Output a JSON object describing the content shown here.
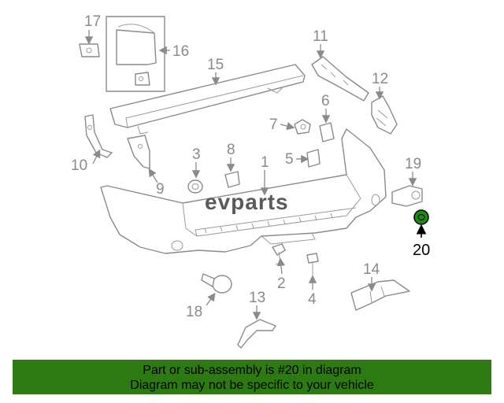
{
  "diagram": {
    "watermark": "evparts",
    "highlight_color": "#1e8a10",
    "banner_color": "#2e7a12",
    "callouts": [
      {
        "id": "17",
        "label": "17"
      },
      {
        "id": "16",
        "label": "16"
      },
      {
        "id": "15",
        "label": "15"
      },
      {
        "id": "11",
        "label": "11"
      },
      {
        "id": "12",
        "label": "12"
      },
      {
        "id": "6",
        "label": "6"
      },
      {
        "id": "7",
        "label": "7"
      },
      {
        "id": "5",
        "label": "5"
      },
      {
        "id": "10",
        "label": "10"
      },
      {
        "id": "9",
        "label": "9"
      },
      {
        "id": "3",
        "label": "3"
      },
      {
        "id": "8",
        "label": "8"
      },
      {
        "id": "1",
        "label": "1"
      },
      {
        "id": "19",
        "label": "19"
      },
      {
        "id": "20",
        "label": "20"
      },
      {
        "id": "2",
        "label": "2"
      },
      {
        "id": "4",
        "label": "4"
      },
      {
        "id": "14",
        "label": "14"
      },
      {
        "id": "18",
        "label": "18"
      },
      {
        "id": "13",
        "label": "13"
      }
    ]
  },
  "banner": {
    "line1": "Part or sub-assembly is #20 in diagram",
    "line2": "Diagram may not be specific to your vehicle"
  }
}
